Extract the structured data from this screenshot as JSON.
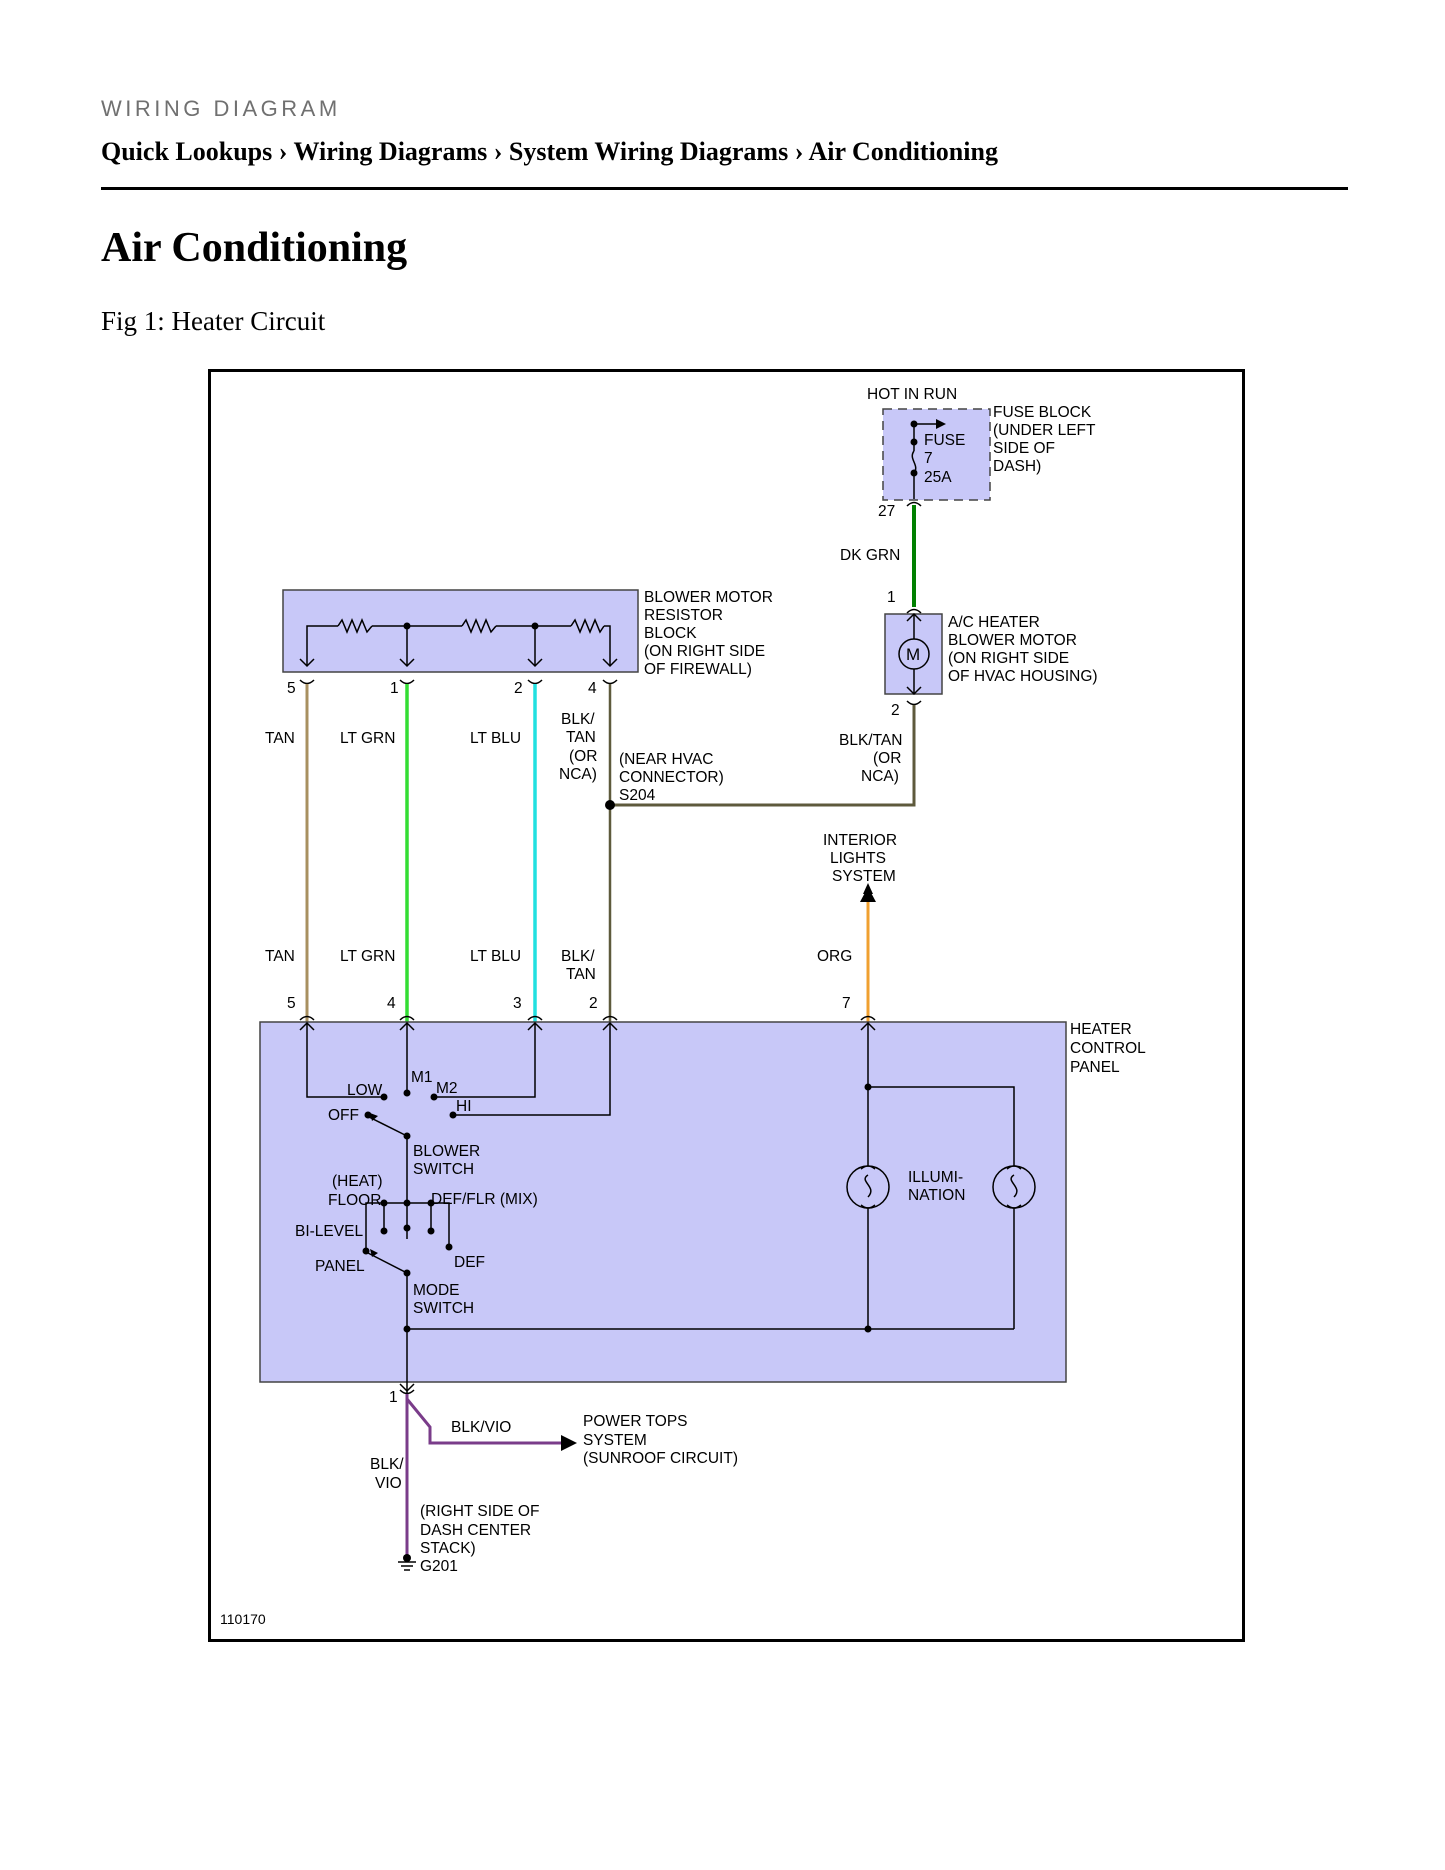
{
  "header": {
    "kicker": "WIRING DIAGRAM",
    "breadcrumb": [
      "Quick Lookups",
      "Wiring Diagrams",
      "System Wiring Diagrams",
      "Air Conditioning"
    ],
    "separator": "›"
  },
  "page_title": "Air Conditioning",
  "figure_caption": "Fig 1: Heater Circuit",
  "colors": {
    "component_fill": "#c8c8f8",
    "wire_tan": "#a89060",
    "wire_lt_grn": "#33dd33",
    "wire_lt_blu": "#22e0e0",
    "wire_blk_tan": "#5e5a3c",
    "wire_dk_grn": "#008000",
    "wire_org": "#f0a030",
    "wire_blk_vio": "#7a3c8a"
  },
  "diagram": {
    "hot_in_run": "HOT IN RUN",
    "fuse_block": {
      "name": [
        "FUSE BLOCK",
        "(UNDER LEFT",
        "SIDE OF",
        "DASH)"
      ],
      "fuse": [
        "FUSE",
        "7",
        "25A"
      ],
      "pin": "27"
    },
    "dk_grn": "DK GRN",
    "blower_motor": {
      "pin_top": "1",
      "symbol": "M",
      "name": [
        "A/C HEATER",
        "BLOWER MOTOR",
        "(ON RIGHT SIDE",
        "OF HVAC HOUSING)"
      ],
      "pin_bottom": "2"
    },
    "blk_tan_right": [
      "BLK/TAN",
      "(OR",
      "NCA)"
    ],
    "resistor_block": {
      "name": [
        "BLOWER MOTOR",
        "RESISTOR",
        "BLOCK",
        "(ON RIGHT SIDE",
        "OF FIREWALL)"
      ],
      "pins": [
        "5",
        "1",
        "2",
        "4"
      ]
    },
    "upper_wires": {
      "tan": "TAN",
      "lt_grn": "LT GRN",
      "lt_blu": "LT BLU",
      "blk_tan": [
        "BLK/",
        "TAN",
        "(OR",
        "NCA)"
      ]
    },
    "splice": [
      "(NEAR HVAC",
      "CONNECTOR)",
      "S204"
    ],
    "interior_lights": [
      "INTERIOR",
      "LIGHTS",
      "SYSTEM"
    ],
    "lower_wires": {
      "tan": "TAN",
      "lt_grn": "LT GRN",
      "lt_blu": "LT BLU",
      "blk_tan": [
        "BLK/",
        "TAN"
      ],
      "org": "ORG"
    },
    "panel_pins": [
      "5",
      "4",
      "3",
      "2",
      "7"
    ],
    "heater_panel": [
      "HEATER",
      "CONTROL",
      "PANEL"
    ],
    "blower_switch": {
      "low": "LOW",
      "m1": "M1",
      "m2": "M2",
      "hi": "HI",
      "off": "OFF",
      "label": [
        "BLOWER",
        "SWITCH"
      ]
    },
    "mode_switch": {
      "heat_floor": [
        "(HEAT)",
        "FLOOR"
      ],
      "def_flr": "DEF/FLR (MIX)",
      "bi_level": "BI-LEVEL",
      "panel": "PANEL",
      "def": "DEF",
      "label": [
        "MODE",
        "SWITCH"
      ]
    },
    "illumination": [
      "ILLUMI-",
      "NATION"
    ],
    "ground_pin": "1",
    "blk_vio_branch": "BLK/VIO",
    "power_tops": [
      "POWER TOPS",
      "SYSTEM",
      "(SUNROOF CIRCUIT)"
    ],
    "blk_vio_ground": [
      "BLK/",
      "VIO"
    ],
    "ground": [
      "(RIGHT SIDE OF",
      "DASH CENTER",
      "STACK)",
      "G201"
    ],
    "figure_id": "110170"
  }
}
